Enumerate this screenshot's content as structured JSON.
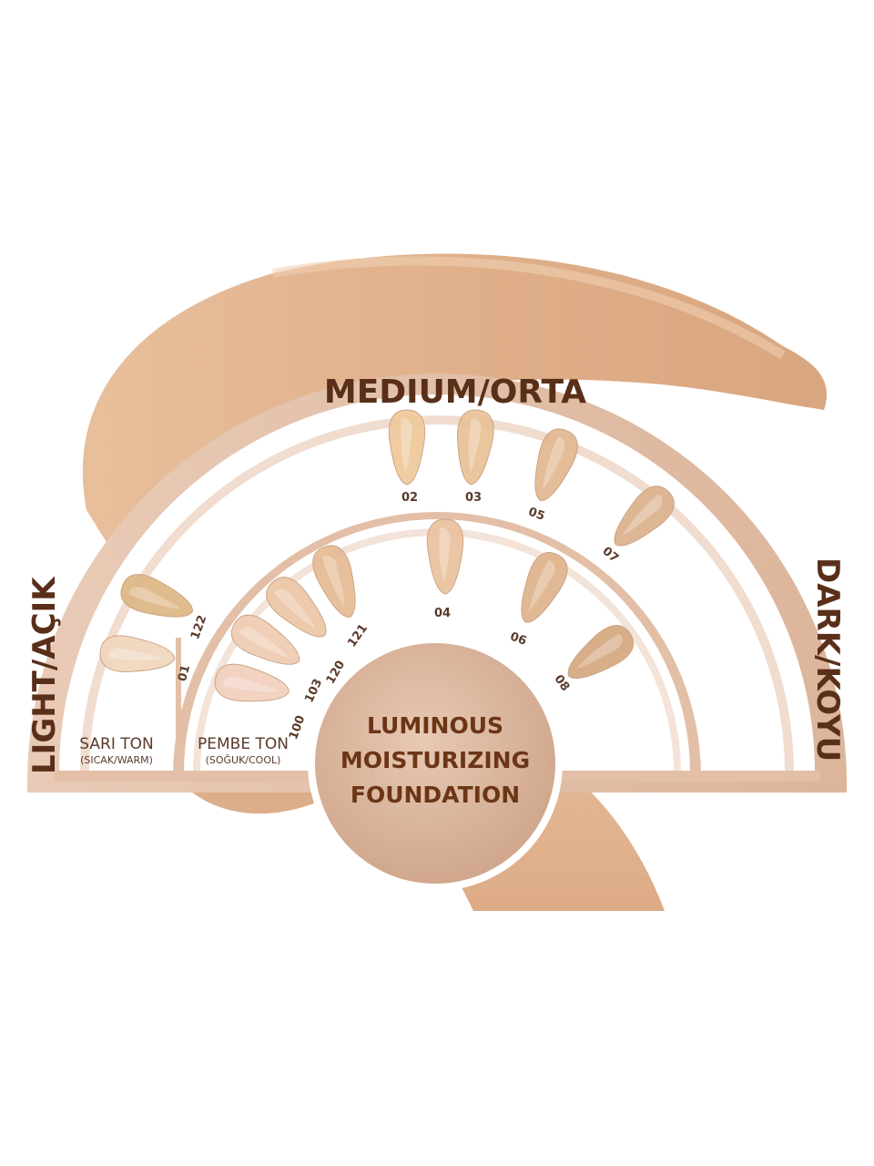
{
  "headline": {
    "line1": "LUMINOUS",
    "line2": "MOISTURIZING",
    "line3": "FOUNDATION"
  },
  "ranges": {
    "light": "LIGHT/AÇIK",
    "medium": "MEDIUM/ORTA",
    "dark": "DARK/KOYU"
  },
  "tones": {
    "warm": {
      "name": "SARI TON",
      "sub": "(SICAK/WARM)"
    },
    "cool": {
      "name": "PEMBE TON",
      "sub": "(SOĞUK/COOL)"
    }
  },
  "shades": [
    {
      "code": "122",
      "color": "#dfb886"
    },
    {
      "code": "01",
      "color": "#f0d6be"
    },
    {
      "code": "100",
      "color": "#f2d0bd"
    },
    {
      "code": "103",
      "color": "#f0cdb5"
    },
    {
      "code": "120",
      "color": "#edc8a7"
    },
    {
      "code": "121",
      "color": "#e6bc95"
    },
    {
      "code": "02",
      "color": "#efca9c"
    },
    {
      "code": "03",
      "color": "#e9c298"
    },
    {
      "code": "05",
      "color": "#e2b993"
    },
    {
      "code": "07",
      "color": "#dcb38f"
    },
    {
      "code": "04",
      "color": "#eac3a0"
    },
    {
      "code": "06",
      "color": "#dfb58e"
    },
    {
      "code": "08",
      "color": "#d6aa83"
    }
  ],
  "colors": {
    "arch_frame": "#e2bfa6",
    "text_brown": "#5a2f1a",
    "center_circle": "#d6b098",
    "smear": "#e3b793"
  }
}
